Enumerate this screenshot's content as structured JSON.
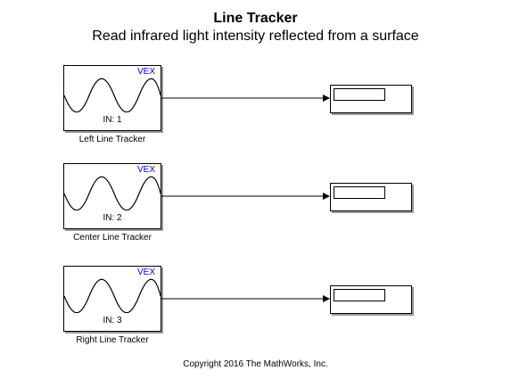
{
  "model": {
    "title": "Line Tracker",
    "subtitle": "Read infrared light intensity reflected from a surface",
    "copyright": "Copyright 2016 The MathWorks, Inc."
  },
  "blocks": [
    {
      "brand": "VEX",
      "port": "IN: 1",
      "label": "Left Line Tracker",
      "icon": "sine-wave-icon"
    },
    {
      "brand": "VEX",
      "port": "IN: 2",
      "label": "Center Line Tracker",
      "icon": "sine-wave-icon"
    },
    {
      "brand": "VEX",
      "port": "IN: 3",
      "label": "Right Line Tracker",
      "icon": "sine-wave-icon"
    }
  ],
  "displays": [
    {
      "name": "display-block"
    },
    {
      "name": "display-block"
    },
    {
      "name": "display-block"
    }
  ],
  "colors": {
    "brand_text": "#0000e6",
    "line": "#000000",
    "shadow": "#9a9a9a"
  }
}
